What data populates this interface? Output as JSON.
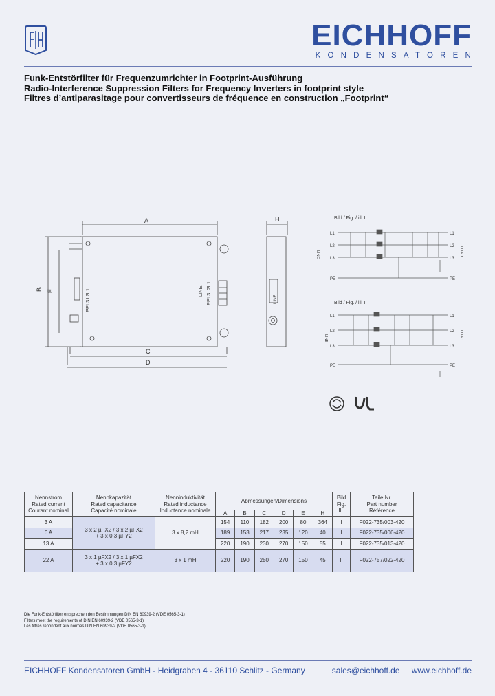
{
  "brand": {
    "name": "EICHHOFF",
    "subtitle": "KONDENSATOREN",
    "color": "#2f4f9f"
  },
  "titles": {
    "de": "Funk-Entstörfilter für Frequenzumrichter in Footprint-Ausführung",
    "en": "Radio-Interference Suppression Filters for Frequency Inverters in footprint style",
    "fr": "Filtres d’antiparasitage pour convertisseurs de fréquence en construction „Footprint“"
  },
  "drawing": {
    "dim_a": "A",
    "dim_b": "B",
    "dim_c": "C",
    "dim_d": "D",
    "dim_e": "E",
    "dim_h": "H",
    "load_label": "PEL3L2L1",
    "line_title": "LINE",
    "line_label": "PEL3L2L1",
    "side_label": "LINE"
  },
  "schematics": {
    "fig1_title": "Bild / Fig. / ill. I",
    "fig2_title": "Bild / Fig. / ill. II",
    "left_terms": [
      "L1",
      "L2",
      "L3",
      "PE"
    ],
    "right_terms": [
      "L1",
      "L2",
      "L3",
      "PE"
    ],
    "left_side": "LINE",
    "right_side": "LOAD"
  },
  "table": {
    "headers": {
      "current": [
        "Nennstrom",
        "Rated current",
        "Courant nominal"
      ],
      "capacitance": [
        "Nennkapazität",
        "Rated capacitance",
        "Capacité nominale"
      ],
      "inductance": [
        "Nenninduktivität",
        "Rated inductance",
        "Inductance nominale"
      ],
      "dimensions": "Abmessungen/Dimensions",
      "dim_cols": [
        "A",
        "B",
        "C",
        "D",
        "E",
        "H"
      ],
      "figure": [
        "Bild",
        "Fig.",
        "Ill."
      ],
      "part": [
        "Teile Nr.",
        "Part number",
        "Référence"
      ]
    },
    "rows": [
      {
        "current": "3 A",
        "dims": [
          "154",
          "110",
          "182",
          "200",
          "80",
          "364"
        ],
        "fig": "I",
        "part": "F022-735/003-420"
      },
      {
        "current": "6 A",
        "dims": [
          "189",
          "153",
          "217",
          "235",
          "120",
          "40"
        ],
        "fig": "I",
        "part": "F022-735/006-420"
      },
      {
        "current": "13 A",
        "dims": [
          "220",
          "190",
          "230",
          "270",
          "150",
          "55"
        ],
        "fig": "I",
        "part": "F022-735/013-420"
      },
      {
        "current": "22 A",
        "dims": [
          "220",
          "190",
          "250",
          "270",
          "150",
          "45"
        ],
        "fig": "II",
        "part": "F022-757/022-420"
      }
    ],
    "group1": {
      "capacitance": [
        "3 x 2 µFX2 / 3 x 2 µFX2",
        "+ 3 x 0,3 µFY2"
      ],
      "inductance": "3 x 8,2 mH"
    },
    "group2": {
      "capacitance": [
        "3 x 1 µFX2 / 3 x 1 µFX2",
        "+ 3 x 0,3 µFY2"
      ],
      "inductance": "3 x 1 mH"
    }
  },
  "notes": [
    "Die Funk-Entstörfilter entsprechen den Bestimmungen DIN EN 60939-2 (VDE 0565-3-1)",
    "Filters meet the requirements of DIN EN 60939-2 (VDE 0565-3-1)",
    "Les filtres répondent aux normes DIN EN 60939-2 (VDE 0565-3-1)"
  ],
  "footer": {
    "company": "EICHHOFF Kondensatoren GmbH",
    "sep": "-",
    "street": "Heidgraben 4",
    "city": "36110 Schlitz",
    "country": "Germany",
    "email": "sales@eichhoff.de",
    "web": "www.eichhoff.de"
  }
}
